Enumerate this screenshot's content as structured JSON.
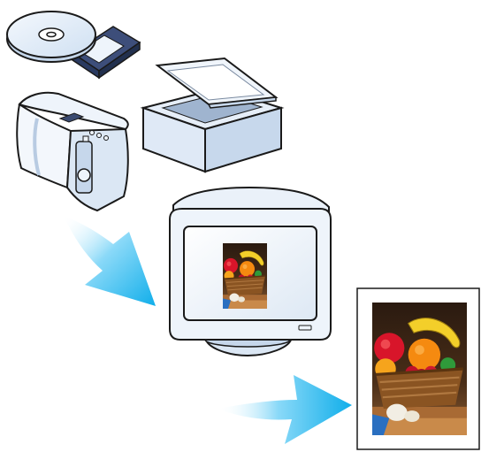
{
  "diagram": {
    "sources": [
      {
        "name": "cd-rom-and-floppy-disk"
      },
      {
        "name": "flatbed-scanner"
      },
      {
        "name": "digital-camera"
      }
    ],
    "monitor": {
      "screen_image": "fruit-basket-photo"
    },
    "printout": {
      "image": "fruit-basket-photo"
    },
    "colors": {
      "device_outline": "#1a1a1a",
      "device_fill": "#e8f1fb",
      "device_shade": "#c9dcf0",
      "arrow_light": "#e6f8fe",
      "arrow_dark": "#17b4ee",
      "photo_background": "#3a2414",
      "paper": "#ffffff"
    }
  }
}
